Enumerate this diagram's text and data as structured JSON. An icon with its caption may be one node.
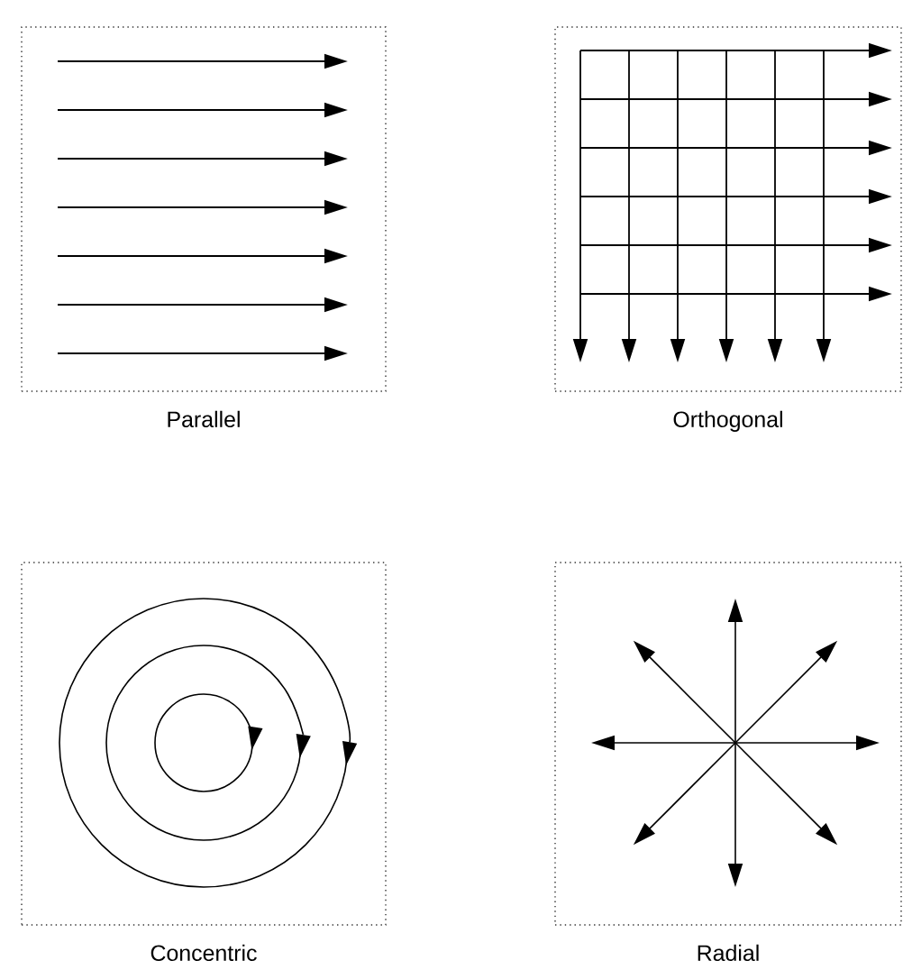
{
  "diagram": {
    "nodes": [
      {
        "text": [
          "Parallel"
        ]
      },
      {
        "text": [
          "Orthogonal"
        ]
      },
      {
        "text": [
          "Concentric"
        ]
      },
      {
        "text": [
          "Radial"
        ]
      }
    ]
  }
}
